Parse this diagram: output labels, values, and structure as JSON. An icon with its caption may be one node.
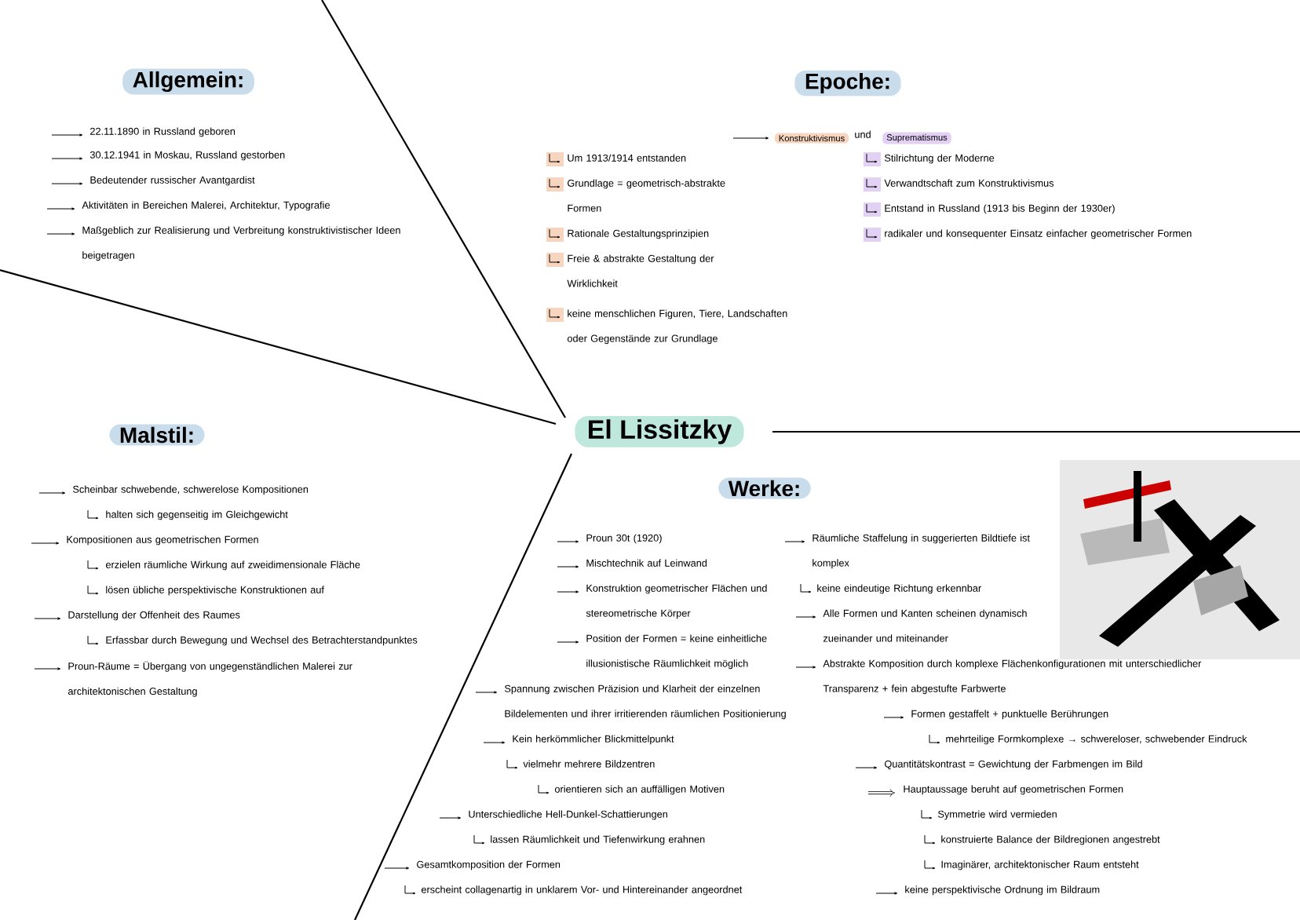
{
  "diagram": {
    "nodes": [
      {
        "text": [
          "El Lissitzky"
        ]
      },
      {
        "text": [
          "Allgemein:"
        ]
      },
      {
        "text": [
          "Epoche:"
        ]
      },
      {
        "text": [
          "Konstruktivismus"
        ]
      },
      {
        "text": [
          "Suprematismus"
        ]
      },
      {
        "text": [
          "Malstil:"
        ]
      },
      {
        "text": [
          "Werke:"
        ]
      }
    ],
    "labels": [
      "22.11.1890 in Russland geboren",
      "30.12.1941 in Moskau, Russland gestorben",
      "Bedeutender russischer Avantgardist",
      "Aktivitäten in Bereichen Malerei, Architektur, Typografie",
      "Maßgeblich zur Realisierung und Verbreitung konstruktivistischer Ideen beigetragen",
      "und",
      "Um 1913/1914 entstanden",
      "Grundlage = geometrisch-abstrakte Formen",
      "Rationale Gestaltungsprinzipien",
      "Freie & abstrakte Gestaltung der Wirklichkeit",
      "keine menschlichen Figuren, Tiere, Landschaften oder Gegenstände zur Grundlage",
      "Stilrichtung der Moderne",
      "Verwandtschaft zum Konstruktivismus",
      "Entstand in Russland (1913 bis Beginn der 1930er)",
      "radikaler und konsequenter Einsatz einfacher geometrischer Formen",
      "Scheinbar schwebende, schwerelose Kompositionen",
      "halten sich gegenseitig im Gleichgewicht",
      "Kompositionen aus geometrischen Formen",
      "erzielen räumliche Wirkung auf zweidimensionale Fläche",
      "lösen übliche perspektivische Konstruktionen auf",
      "Darstellung der Offenheit des Raumes",
      "Erfassbar durch Bewegung und Wechsel des Betrachterstandpunktes",
      "Proun-Räume = Übergang von ungegenständlichen Malerei zur architektonischen Gestaltung",
      "Proun 30t (1920)",
      "Mischtechnik auf Leinwand",
      "Konstruktion geometrischer Flächen und stereometrische Körper",
      "Position der Formen = keine einheitliche illusionistische Räumlichkeit möglich",
      "Spannung zwischen Präzision und Klarheit der einzelnen Bildelementen und ihrer irritierenden räumlichen Positionierung",
      "Kein herkömmlicher Blickmittelpunkt",
      "vielmehr mehrere Bildzentren",
      "orientieren sich an auffälligen Motiven",
      "Unterschiedliche Hell-Dunkel-Schattierungen",
      "lassen Räumlichkeit und Tiefenwirkung erahnen",
      "Gesamtkomposition der Formen",
      "erscheint collagenartig in unklarem Vor- und Hintereinander angeordnet",
      "Räumliche Staffelung in suggerierten Bildtiefe ist komplex",
      "keine eindeutige Richtung erkennbar",
      "Alle Formen und Kanten scheinen dynamisch zueinander und miteinander",
      "Abstrakte Komposition durch komplexe Flächenkonfigurationen mit unterschiedlicher Transparenz + fein abgestufte Farbwerte",
      "Formen gestaffelt + punktuelle Berührungen",
      "mehrteilige Formkomplexe → schwereloser, schwebender Eindruck",
      "Quantitätskontrast = Gewichtung der Farbmengen im Bild",
      "Hauptaussage beruht auf geometrischen Formen",
      "Symmetrie wird vermieden",
      "konstruierte Balance der Bildregionen angestrebt",
      "Imaginärer, architektonischer Raum entsteht",
      "keine perspektivische Ordnung im Bildraum"
    ]
  }
}
